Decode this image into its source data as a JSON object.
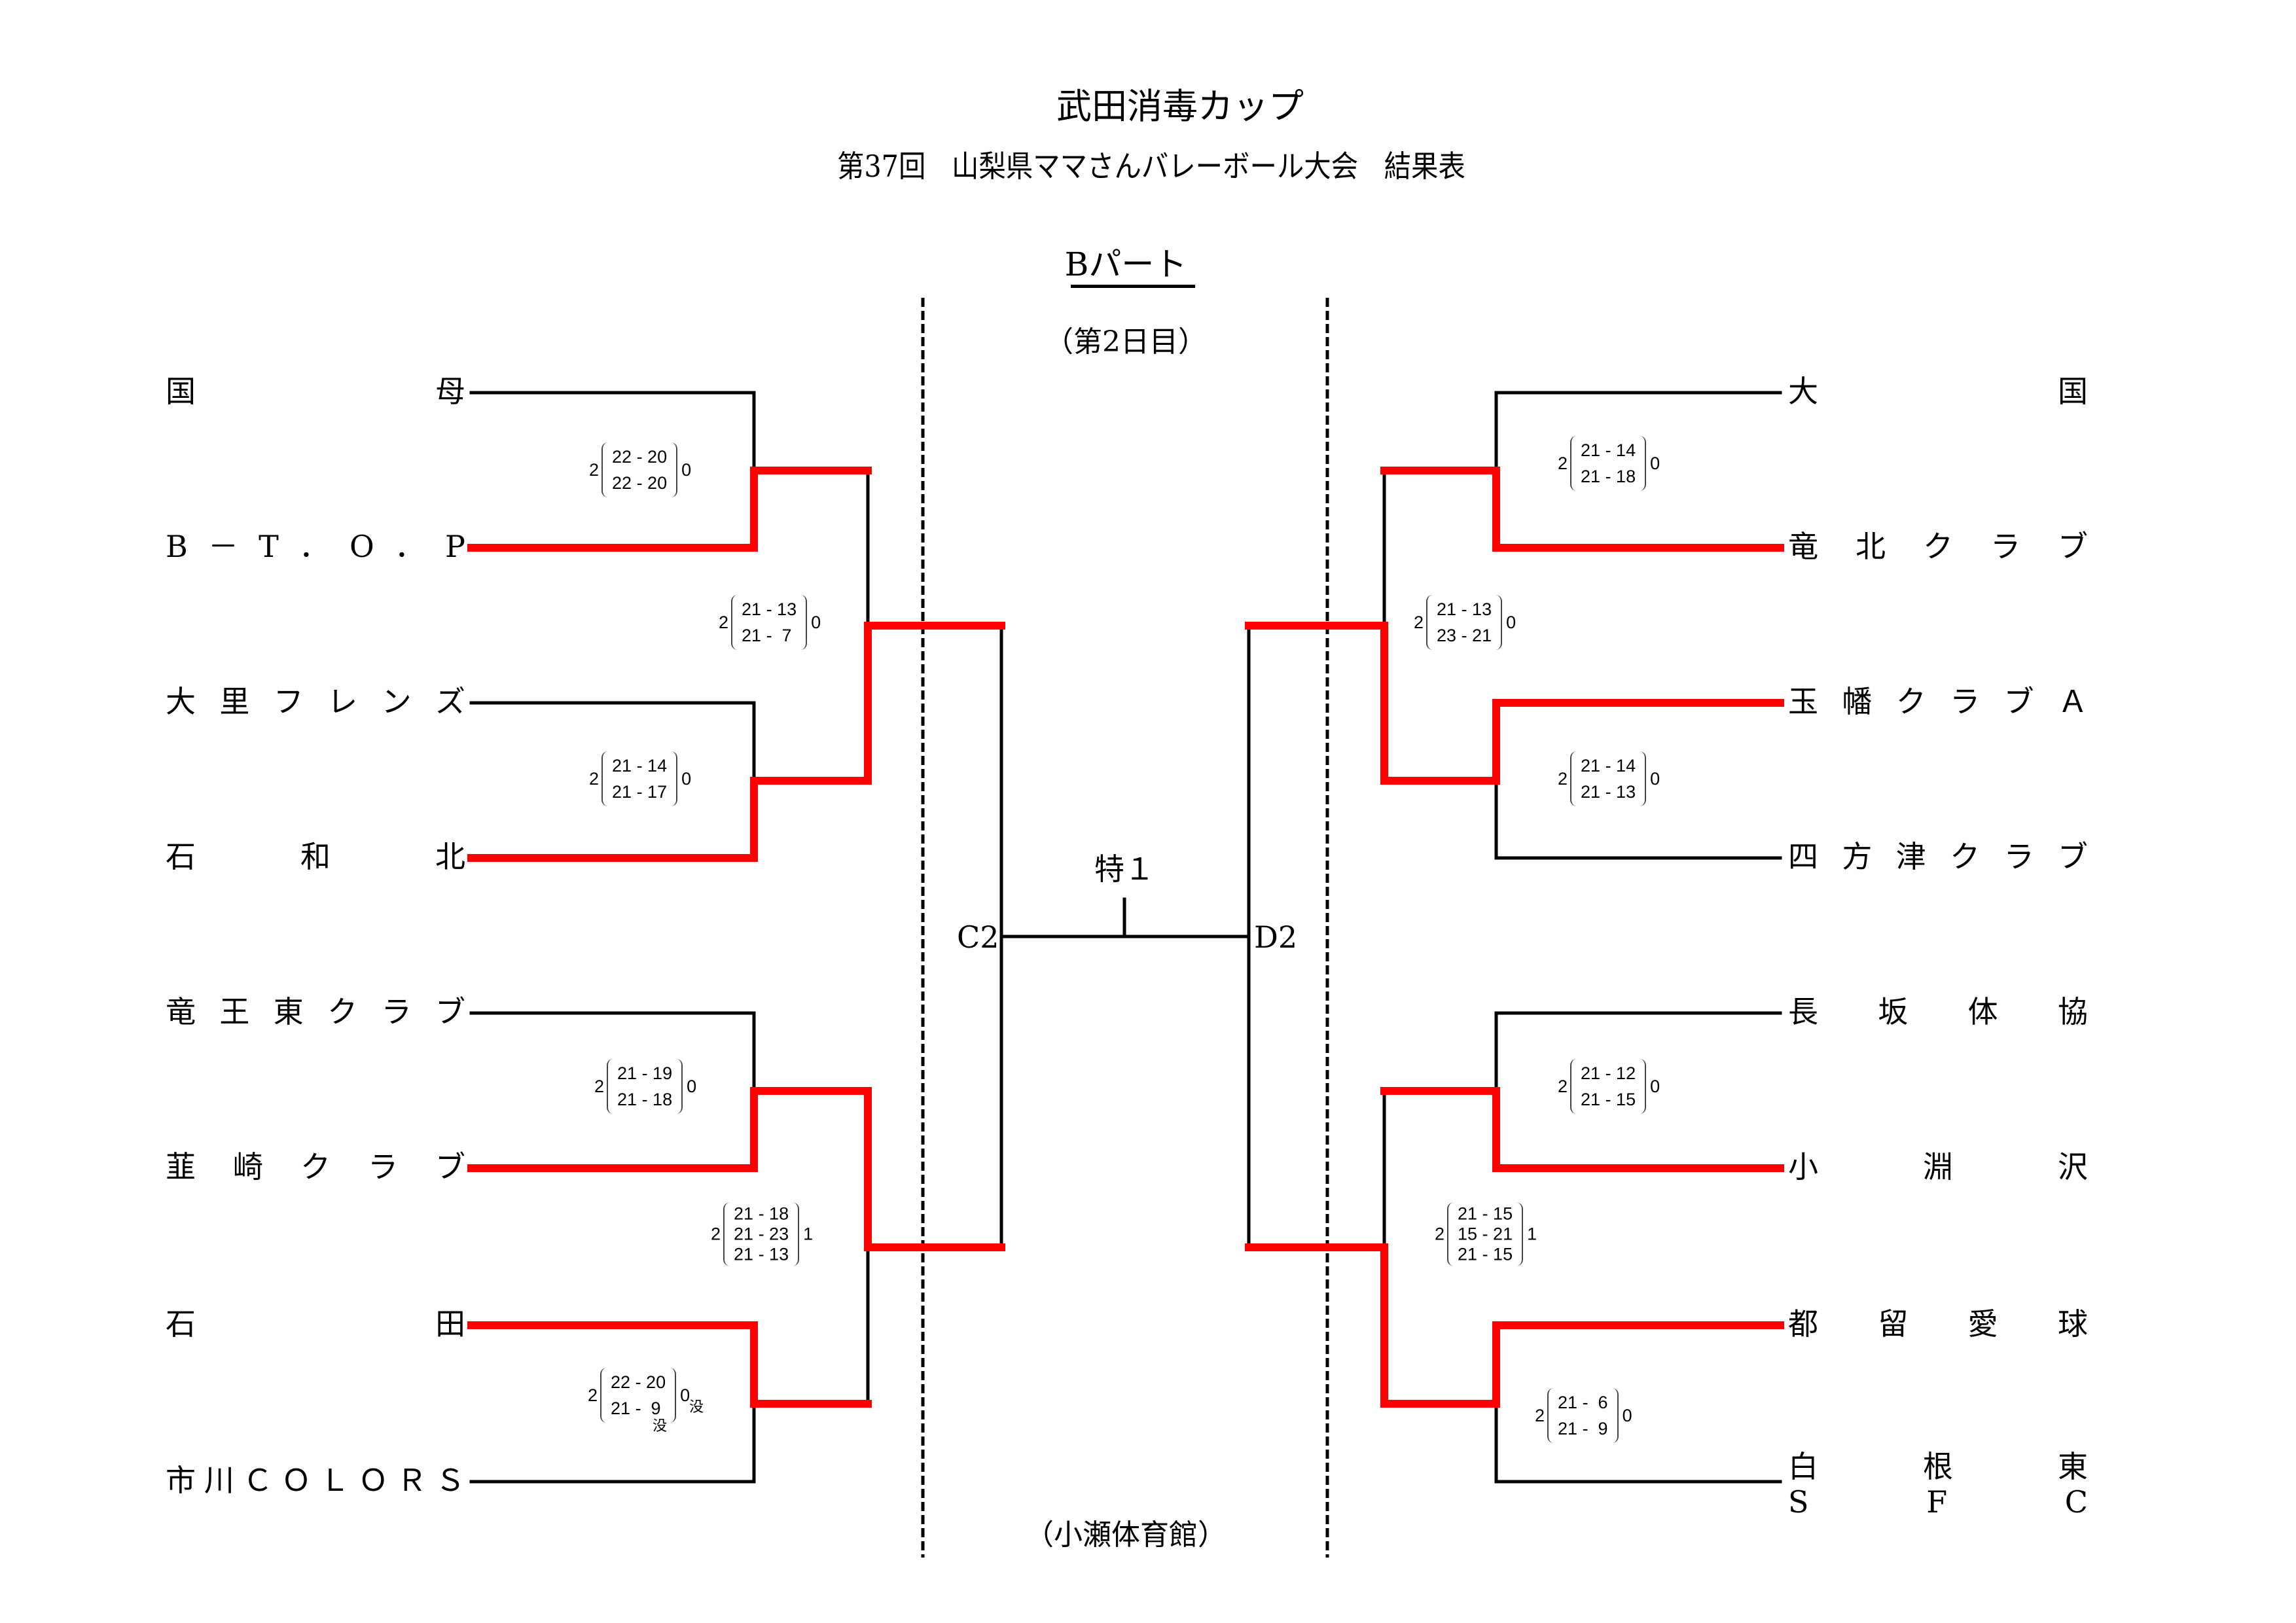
{
  "header": {
    "title": "武田消毒カップ",
    "subtitle_parts": [
      "第37回",
      "山梨県ママさんバレーボール大会",
      "結果表"
    ],
    "part": "Bパート",
    "day": "（第2日目）",
    "venue": "（小瀬体育館）"
  },
  "colors": {
    "winner_line": "#ff0000",
    "line": "#000000"
  },
  "center": {
    "left_label": "C2",
    "right_label": "D2",
    "final_label": "特１"
  },
  "left": {
    "teams": [
      {
        "chars": [
          "国",
          "母"
        ]
      },
      {
        "chars": [
          "B",
          "－",
          "T",
          "．",
          "O",
          "．",
          "P"
        ]
      },
      {
        "chars": [
          "大",
          "里",
          "フ",
          "レ",
          "ン",
          "ズ"
        ]
      },
      {
        "chars": [
          "石",
          "和",
          "北"
        ]
      },
      {
        "chars": [
          "竜",
          "王",
          "東",
          "ク",
          "ラ",
          "ブ"
        ]
      },
      {
        "chars": [
          "韮",
          "崎",
          "ク",
          "ラ",
          "ブ"
        ]
      },
      {
        "chars": [
          "石",
          "田"
        ]
      },
      {
        "chars": [
          "市",
          "川",
          "Ｃ",
          "Ｏ",
          "Ｌ",
          "Ｏ",
          "Ｒ",
          "Ｓ"
        ]
      }
    ],
    "round1": [
      {
        "winner": 1,
        "won": "2",
        "lost": "0",
        "sets": [
          "22 - 20",
          "22 - 20"
        ]
      },
      {
        "winner": 1,
        "won": "2",
        "lost": "0",
        "sets": [
          "21 - 14",
          "21 - 17"
        ]
      },
      {
        "winner": 1,
        "won": "2",
        "lost": "0",
        "sets": [
          "21 - 19",
          "21 - 18"
        ]
      },
      {
        "winner": 0,
        "won": "2",
        "lost": "0",
        "sets": [
          "22 - 20",
          "21 -  9"
        ],
        "forfeit_note": "没",
        "set_note": "没"
      }
    ],
    "round2": [
      {
        "winner": 1,
        "won": "2",
        "lost": "0",
        "sets": [
          "21 - 13",
          "21 -  7"
        ]
      },
      {
        "winner": 0,
        "won": "2",
        "lost": "1",
        "sets": [
          "21 - 18",
          "21 - 23",
          "21 - 13"
        ]
      }
    ]
  },
  "right": {
    "teams": [
      {
        "chars": [
          "大",
          "国"
        ]
      },
      {
        "chars": [
          "竜",
          "北",
          "ク",
          "ラ",
          "ブ"
        ]
      },
      {
        "chars": [
          "玉",
          "幡",
          "ク",
          "ラ",
          "ブ",
          "Ａ"
        ]
      },
      {
        "chars": [
          "四",
          "方",
          "津",
          "ク",
          "ラ",
          "ブ"
        ]
      },
      {
        "chars": [
          "長",
          "坂",
          "体",
          "協"
        ]
      },
      {
        "chars": [
          "小",
          "淵",
          "沢"
        ]
      },
      {
        "chars": [
          "都",
          "留",
          "愛",
          "球"
        ]
      },
      {
        "chars": [
          "白",
          "根",
          "東"
        ],
        "chars2": [
          "S",
          "F",
          "C"
        ]
      }
    ],
    "round1": [
      {
        "winner": 1,
        "won": "2",
        "lost": "0",
        "sets": [
          "21 - 14",
          "21 - 18"
        ]
      },
      {
        "winner": 0,
        "won": "2",
        "lost": "0",
        "sets": [
          "21 - 14",
          "21 - 13"
        ]
      },
      {
        "winner": 1,
        "won": "2",
        "lost": "0",
        "sets": [
          "21 - 12",
          "21 - 15"
        ]
      },
      {
        "winner": 0,
        "won": "2",
        "lost": "0",
        "sets": [
          "21 -  6",
          "21 -  9"
        ]
      }
    ],
    "round2": [
      {
        "winner": 1,
        "won": "2",
        "lost": "0",
        "sets": [
          "21 - 13",
          "23 - 21"
        ]
      },
      {
        "winner": 1,
        "won": "2",
        "lost": "1",
        "sets": [
          "21 - 15",
          "15 - 21",
          "21 - 15"
        ]
      }
    ]
  }
}
